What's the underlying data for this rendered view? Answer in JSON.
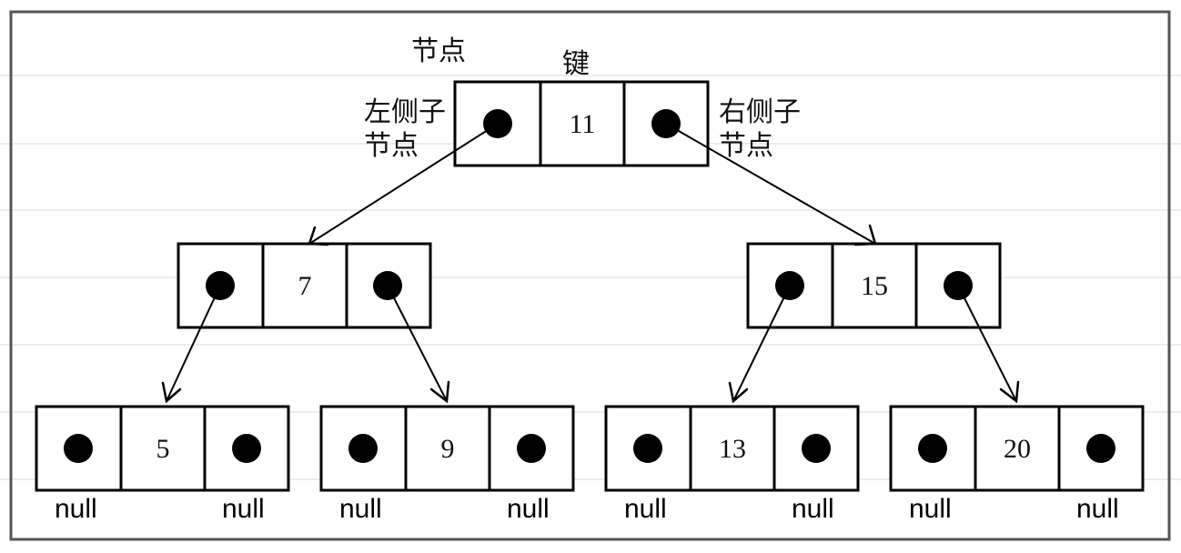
{
  "labels": {
    "node": "节点",
    "key": "键",
    "left_child_line1": "左侧子",
    "left_child_line2": "节点",
    "right_child_line1": "右侧子",
    "right_child_line2": "节点"
  },
  "nodes": [
    {
      "id": "n11",
      "key": "11",
      "left": "n7",
      "right": "n15"
    },
    {
      "id": "n7",
      "key": "7",
      "left": "n5",
      "right": "n9"
    },
    {
      "id": "n15",
      "key": "15",
      "left": "n13",
      "right": "n20"
    },
    {
      "id": "n5",
      "key": "5",
      "left_null": "null",
      "right_null": "null"
    },
    {
      "id": "n9",
      "key": "9",
      "left_null": "null",
      "right_null": "null"
    },
    {
      "id": "n13",
      "key": "13",
      "left_null": "null",
      "right_null": "null"
    },
    {
      "id": "n20",
      "key": "20",
      "left_null": "null",
      "right_null": "null"
    }
  ]
}
